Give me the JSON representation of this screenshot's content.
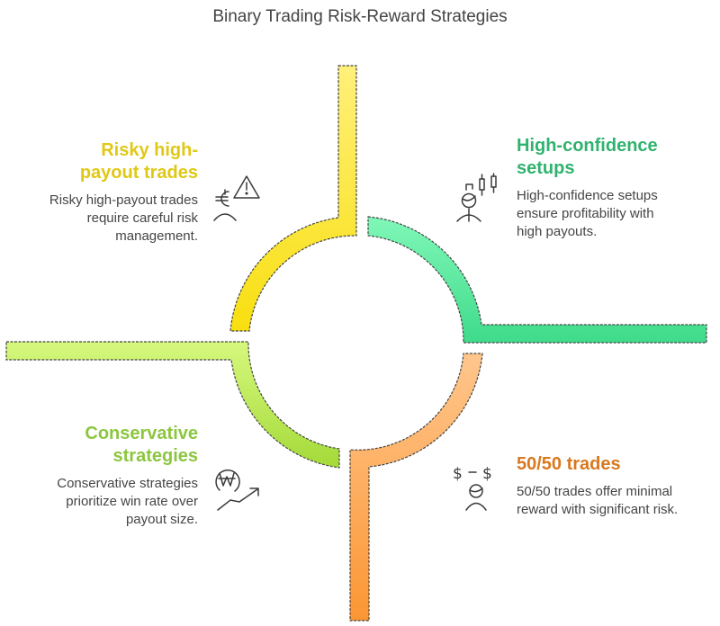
{
  "title": "Binary Trading Risk-Reward Strategies",
  "quadrants": [
    {
      "id": "top-left",
      "heading": "Risky high-payout trades",
      "heading_line1": "Risky high-",
      "heading_line2": "payout trades",
      "description": "Risky high-payout trades require careful risk management.",
      "color": "#e0c816",
      "fill_light": "#fff07a",
      "fill_dark": "#f8e01a",
      "icon": "euro-person-warning-icon"
    },
    {
      "id": "top-right",
      "heading": "High-confidence setups",
      "heading_line1": "High-confidence",
      "heading_line2": "setups",
      "description": "High-confidence setups ensure profitability with high payouts.",
      "color": "#2fb36e",
      "fill_light": "#7df5b4",
      "fill_dark": "#3fdc8c",
      "icon": "person-candlestick-icon"
    },
    {
      "id": "bottom-left",
      "heading": "Conservative strategies",
      "heading_line1": "Conservative",
      "heading_line2": "strategies",
      "description": "Conservative strategies prioritize win rate over payout size.",
      "color": "#8cc63f",
      "fill_light": "#d4f77a",
      "fill_dark": "#a6dc3a",
      "icon": "won-coin-trend-up-icon"
    },
    {
      "id": "bottom-right",
      "heading": "50/50 trades",
      "description": "50/50 trades offer minimal reward with significant risk.",
      "color": "#d9781f",
      "fill_light": "#ffc58a",
      "fill_dark": "#fb9a3a",
      "icon": "dollar-minus-dollar-person-icon"
    }
  ]
}
